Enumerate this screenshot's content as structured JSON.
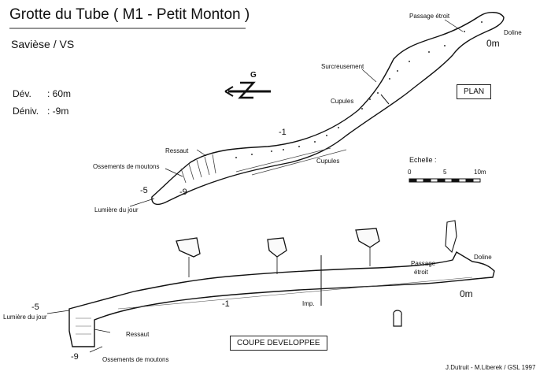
{
  "title": "Grotte du Tube  ( M1 - Petit Monton )",
  "subtitle": "Savièse / VS",
  "stats": {
    "dev_label": "Dév.",
    "dev_value": ": 60m",
    "deniv_label": "Déniv.",
    "deniv_value": ": -9m"
  },
  "plan": {
    "box_label": "PLAN",
    "north_letter": "G",
    "labels": {
      "passage_etroit": "Passage étroit",
      "doline": "Doline",
      "zero": "0m",
      "surcreusement": "Surcreusement",
      "cupules_top": "Cupules",
      "cupules_bottom": "Cupules",
      "minus1": "-1",
      "ressaut": "Ressaut",
      "ossements": "Ossements de moutons",
      "minus5": "-5",
      "minus9": "-9",
      "lumiere": "Lumière du jour"
    }
  },
  "scale": {
    "label": "Echelle :",
    "ticks": [
      "0",
      "5",
      "10m"
    ]
  },
  "section": {
    "box_label": "COUPE DEVELOPPEE",
    "labels": {
      "passage": "Passage",
      "etroit": "étroit",
      "doline": "Doline",
      "zero": "0m",
      "minus1": "-1",
      "imp": "Imp.",
      "minus5": "-5",
      "lumiere": "Lumière du jour",
      "ressaut": "Ressaut",
      "minus9": "-9",
      "ossements": "Ossements de moutons"
    }
  },
  "credits": "J.Dutruit - M.Liberek / GSL 1997"
}
